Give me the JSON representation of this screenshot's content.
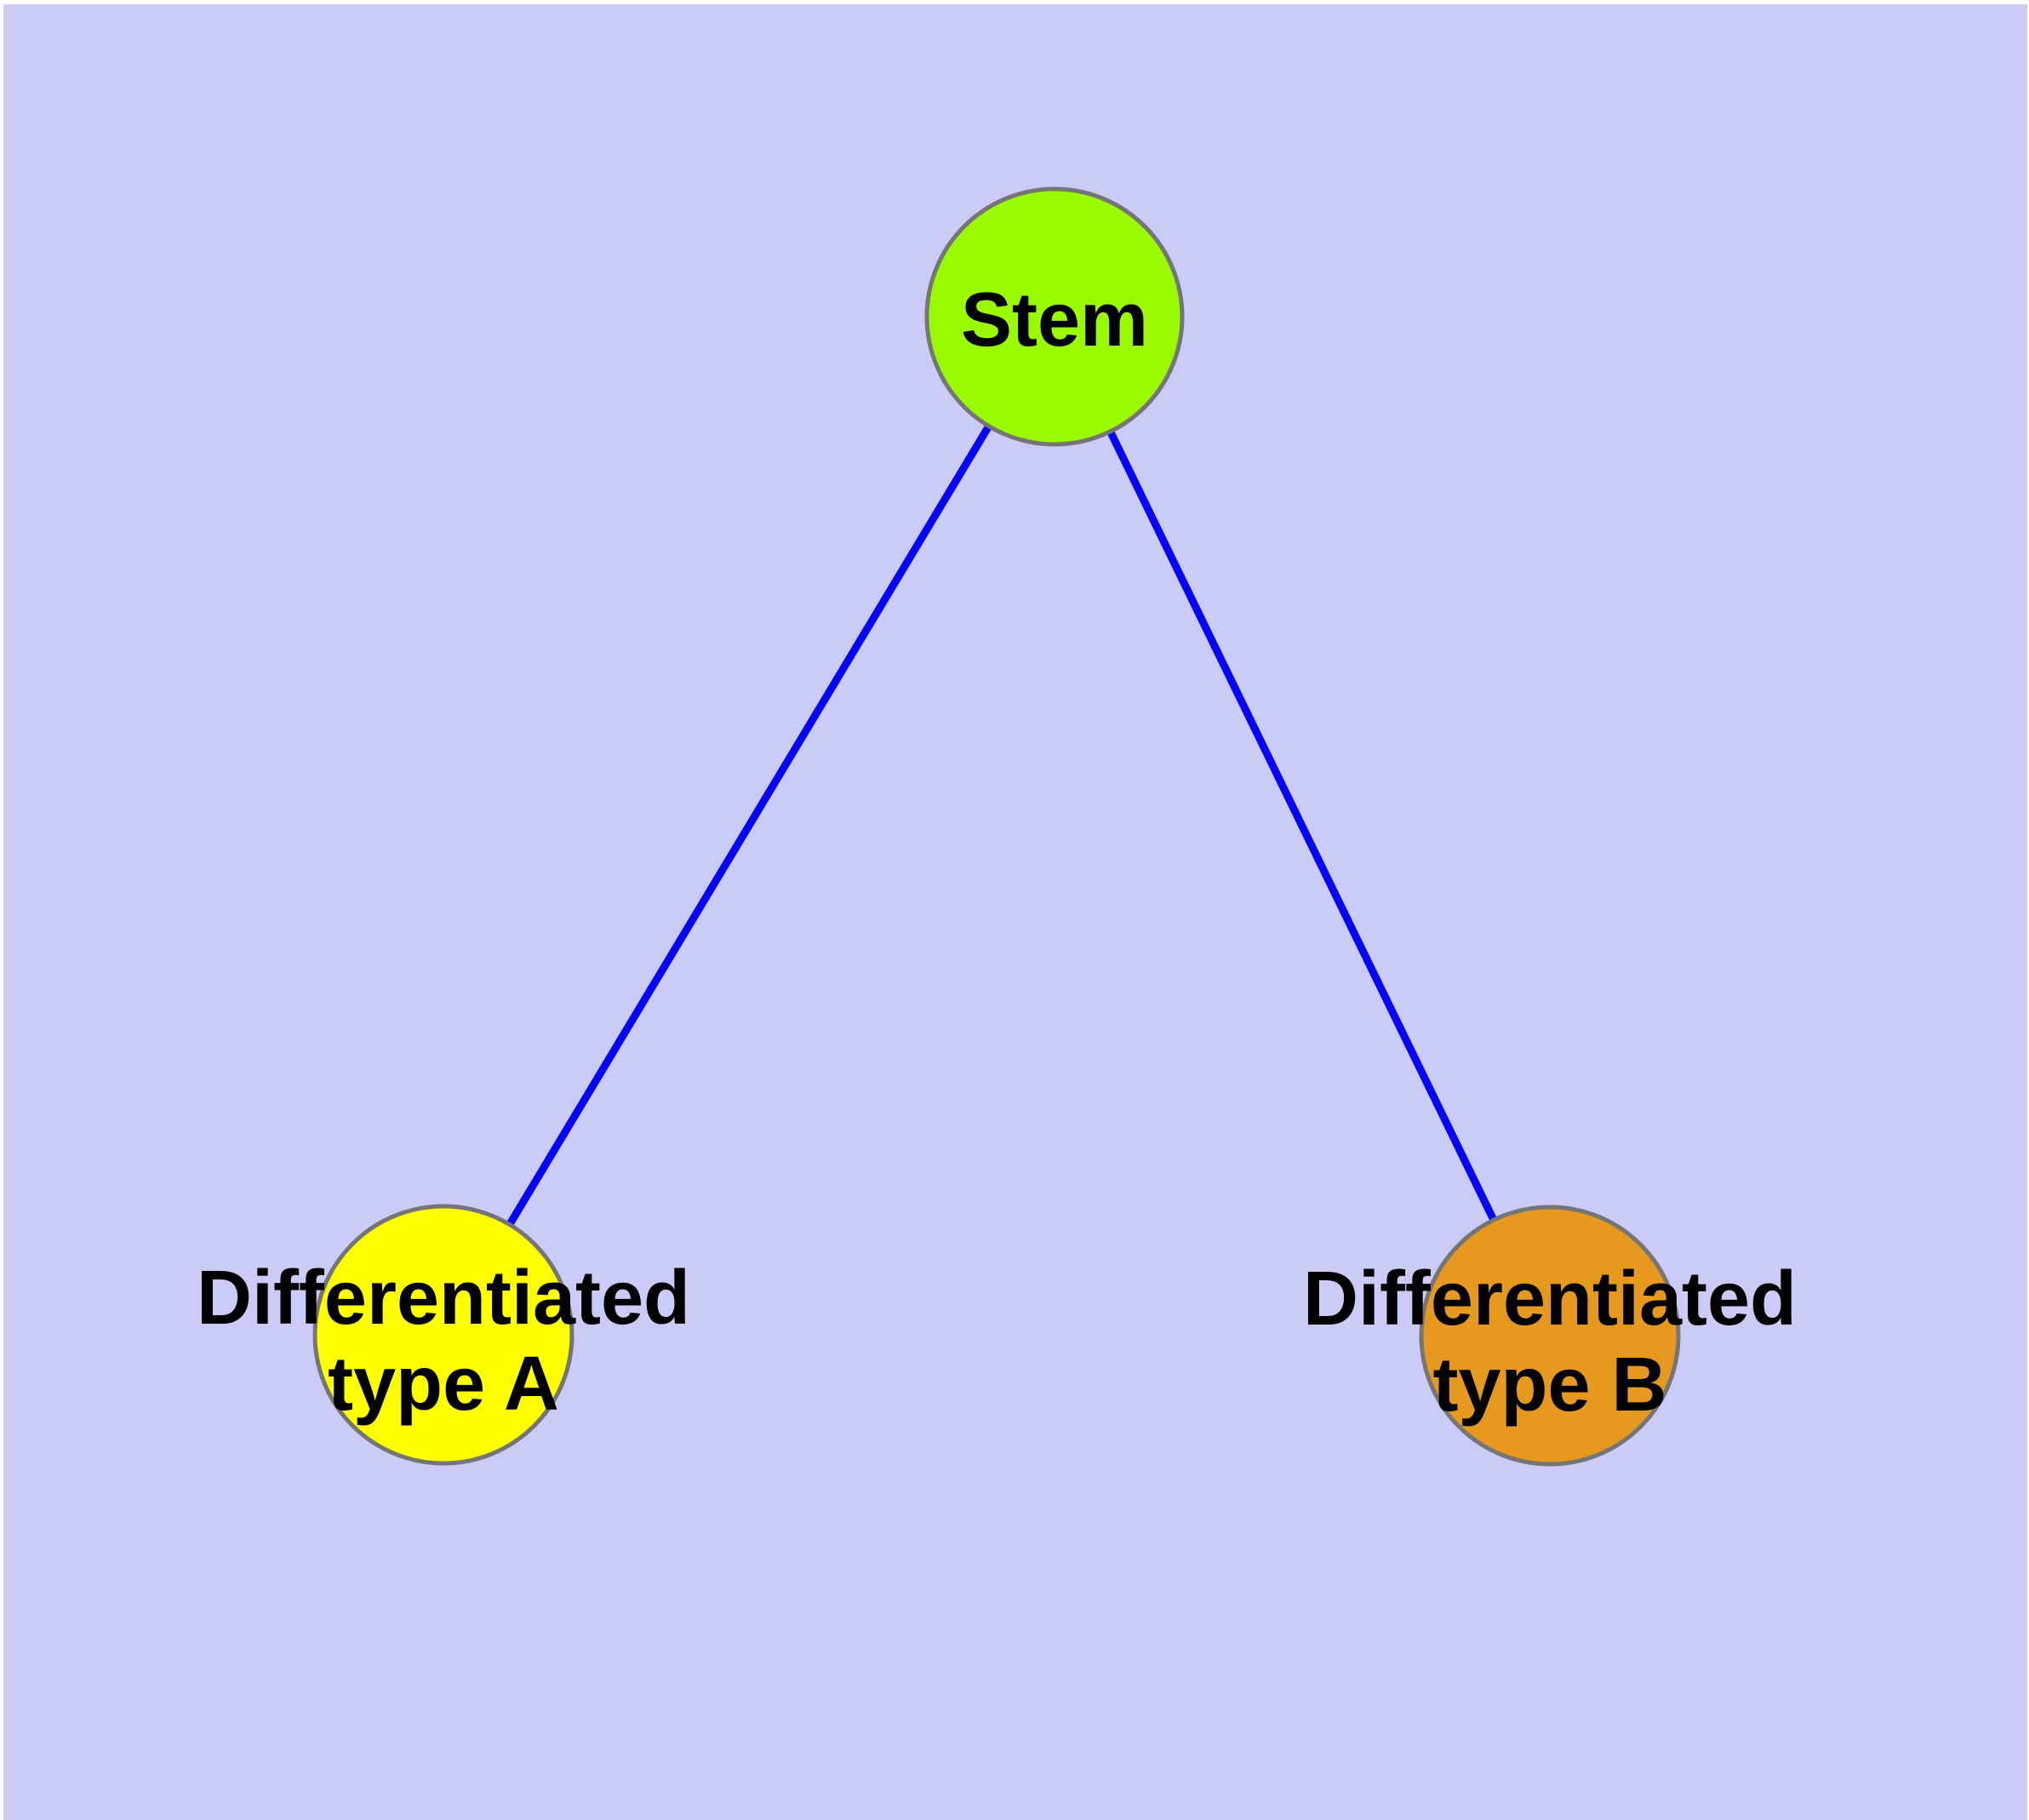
{
  "diagram": {
    "type": "graph",
    "colors": {
      "panel_background": "#CBCBF8",
      "device_margin": "#FFFFFF",
      "edge": "#0404F8",
      "node_border": "#757575",
      "label": "#000000"
    },
    "nodes": [
      {
        "id": "stem",
        "label": "Stem",
        "color": "#9AFB00"
      },
      {
        "id": "differentiated-type-a",
        "label": "Differentiated type A",
        "label_lines": [
          "Differentiated",
          "type A"
        ],
        "color": "#FFFF00"
      },
      {
        "id": "differentiated-type-b",
        "label": "Differentiated type B",
        "label_lines": [
          "Differentiated",
          "type B"
        ],
        "color": "#E6991E"
      }
    ],
    "edges": [
      {
        "from": "Stem",
        "to": "Differentiated type A"
      },
      {
        "from": "Stem",
        "to": "Differentiated type B"
      }
    ]
  }
}
